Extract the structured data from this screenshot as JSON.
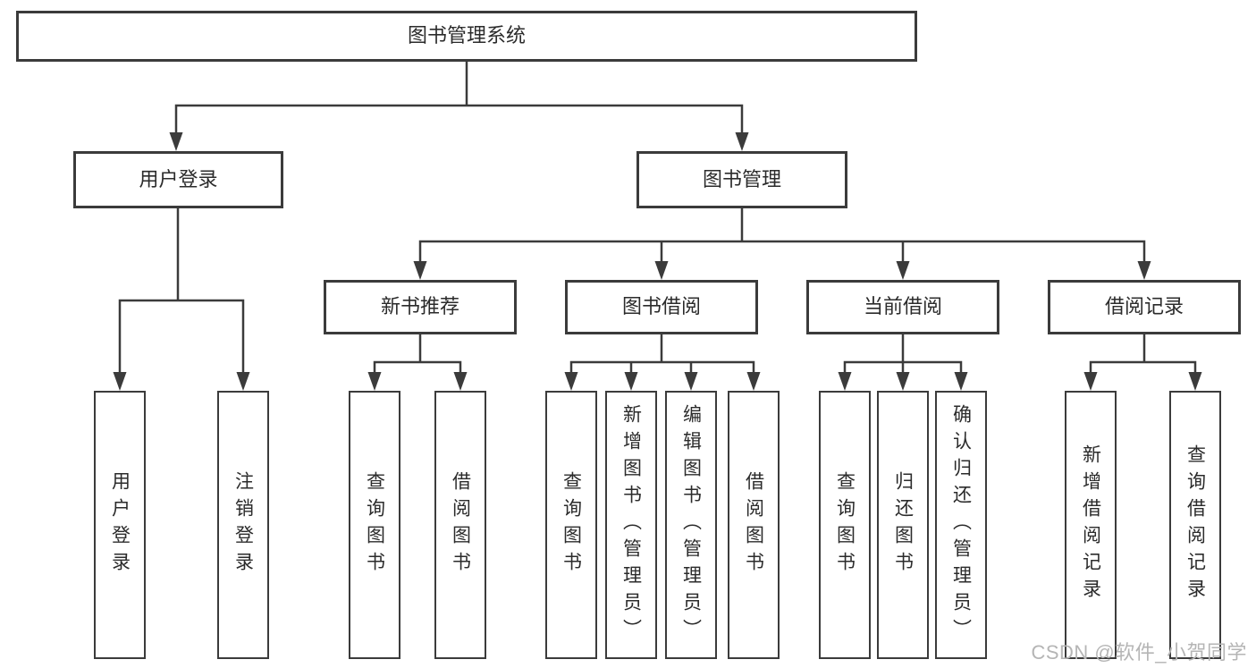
{
  "colors": {
    "line": "#3b3b3b",
    "box_border": "#3b3b3b",
    "text": "#2b2b2b",
    "watermark": "#b5b5b5",
    "background": "#ffffff"
  },
  "tree": {
    "label": "图书管理系统",
    "children": [
      {
        "label": "用户登录",
        "children": [
          {
            "label": "用户登录"
          },
          {
            "label": "注销登录"
          }
        ]
      },
      {
        "label": "图书管理",
        "children": [
          {
            "label": "新书推荐",
            "children": [
              {
                "label": "查询图书"
              },
              {
                "label": "借阅图书"
              }
            ]
          },
          {
            "label": "图书借阅",
            "children": [
              {
                "label": "查询图书"
              },
              {
                "label": "新增图书（管理员）"
              },
              {
                "label": "编辑图书（管理员）"
              },
              {
                "label": "借阅图书"
              }
            ]
          },
          {
            "label": "当前借阅",
            "children": [
              {
                "label": "查询图书"
              },
              {
                "label": "归还图书"
              },
              {
                "label": "确认归还（管理员）"
              }
            ]
          },
          {
            "label": "借阅记录",
            "children": [
              {
                "label": "新增借阅记录"
              },
              {
                "label": "查询借阅记录"
              }
            ]
          }
        ]
      }
    ]
  },
  "watermark": "CSDN @软件_小贺同学"
}
